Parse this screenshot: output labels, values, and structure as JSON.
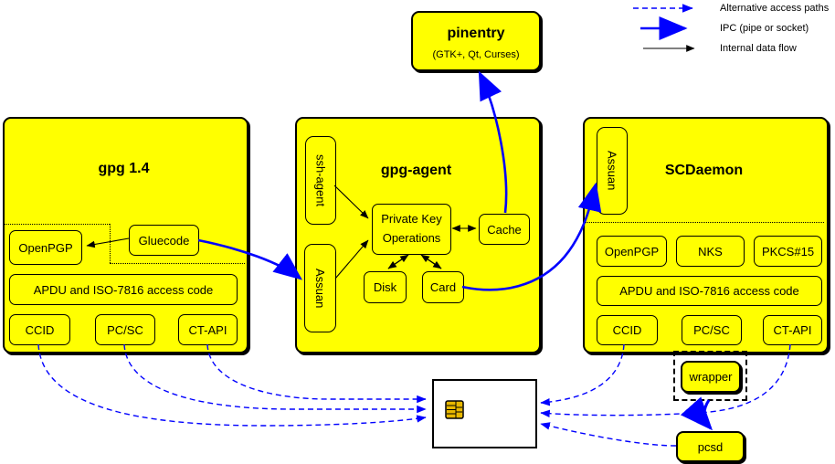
{
  "legend": {
    "alt_label": "Alternative access paths",
    "ipc_label": "IPC (pipe or socket)",
    "internal_label": "Internal data flow"
  },
  "pinentry": {
    "title": "pinentry",
    "subtitle": "(GTK+, Qt, Curses)"
  },
  "gpg14": {
    "title": "gpg 1.4",
    "openpgp": "OpenPGP",
    "gluecode": "Gluecode",
    "apdu": "APDU and ISO-7816 access code",
    "ccid": "CCID",
    "pcsc": "PC/SC",
    "ctapi": "CT-API"
  },
  "gpg_agent": {
    "title": "gpg-agent",
    "ssh_agent": "ssh-agent",
    "assuan": "Assuan",
    "private_key_ops_line1": "Private Key",
    "private_key_ops_line2": "Operations",
    "cache": "Cache",
    "disk": "Disk",
    "card": "Card"
  },
  "scdaemon": {
    "title": "SCDaemon",
    "assuan": "Assuan",
    "openpgp": "OpenPGP",
    "nks": "NKS",
    "pkcs15": "PKCS#15",
    "apdu": "APDU and ISO-7816 access code",
    "ccid": "CCID",
    "pcsc": "PC/SC",
    "ctapi": "CT-API"
  },
  "peripherals": {
    "wrapper": "wrapper",
    "pcsd": "pcsd"
  },
  "colors": {
    "box_fill": "#ffff00",
    "line_blue": "#0000ff",
    "border": "#000000",
    "chip_gold": "#e8b800"
  }
}
